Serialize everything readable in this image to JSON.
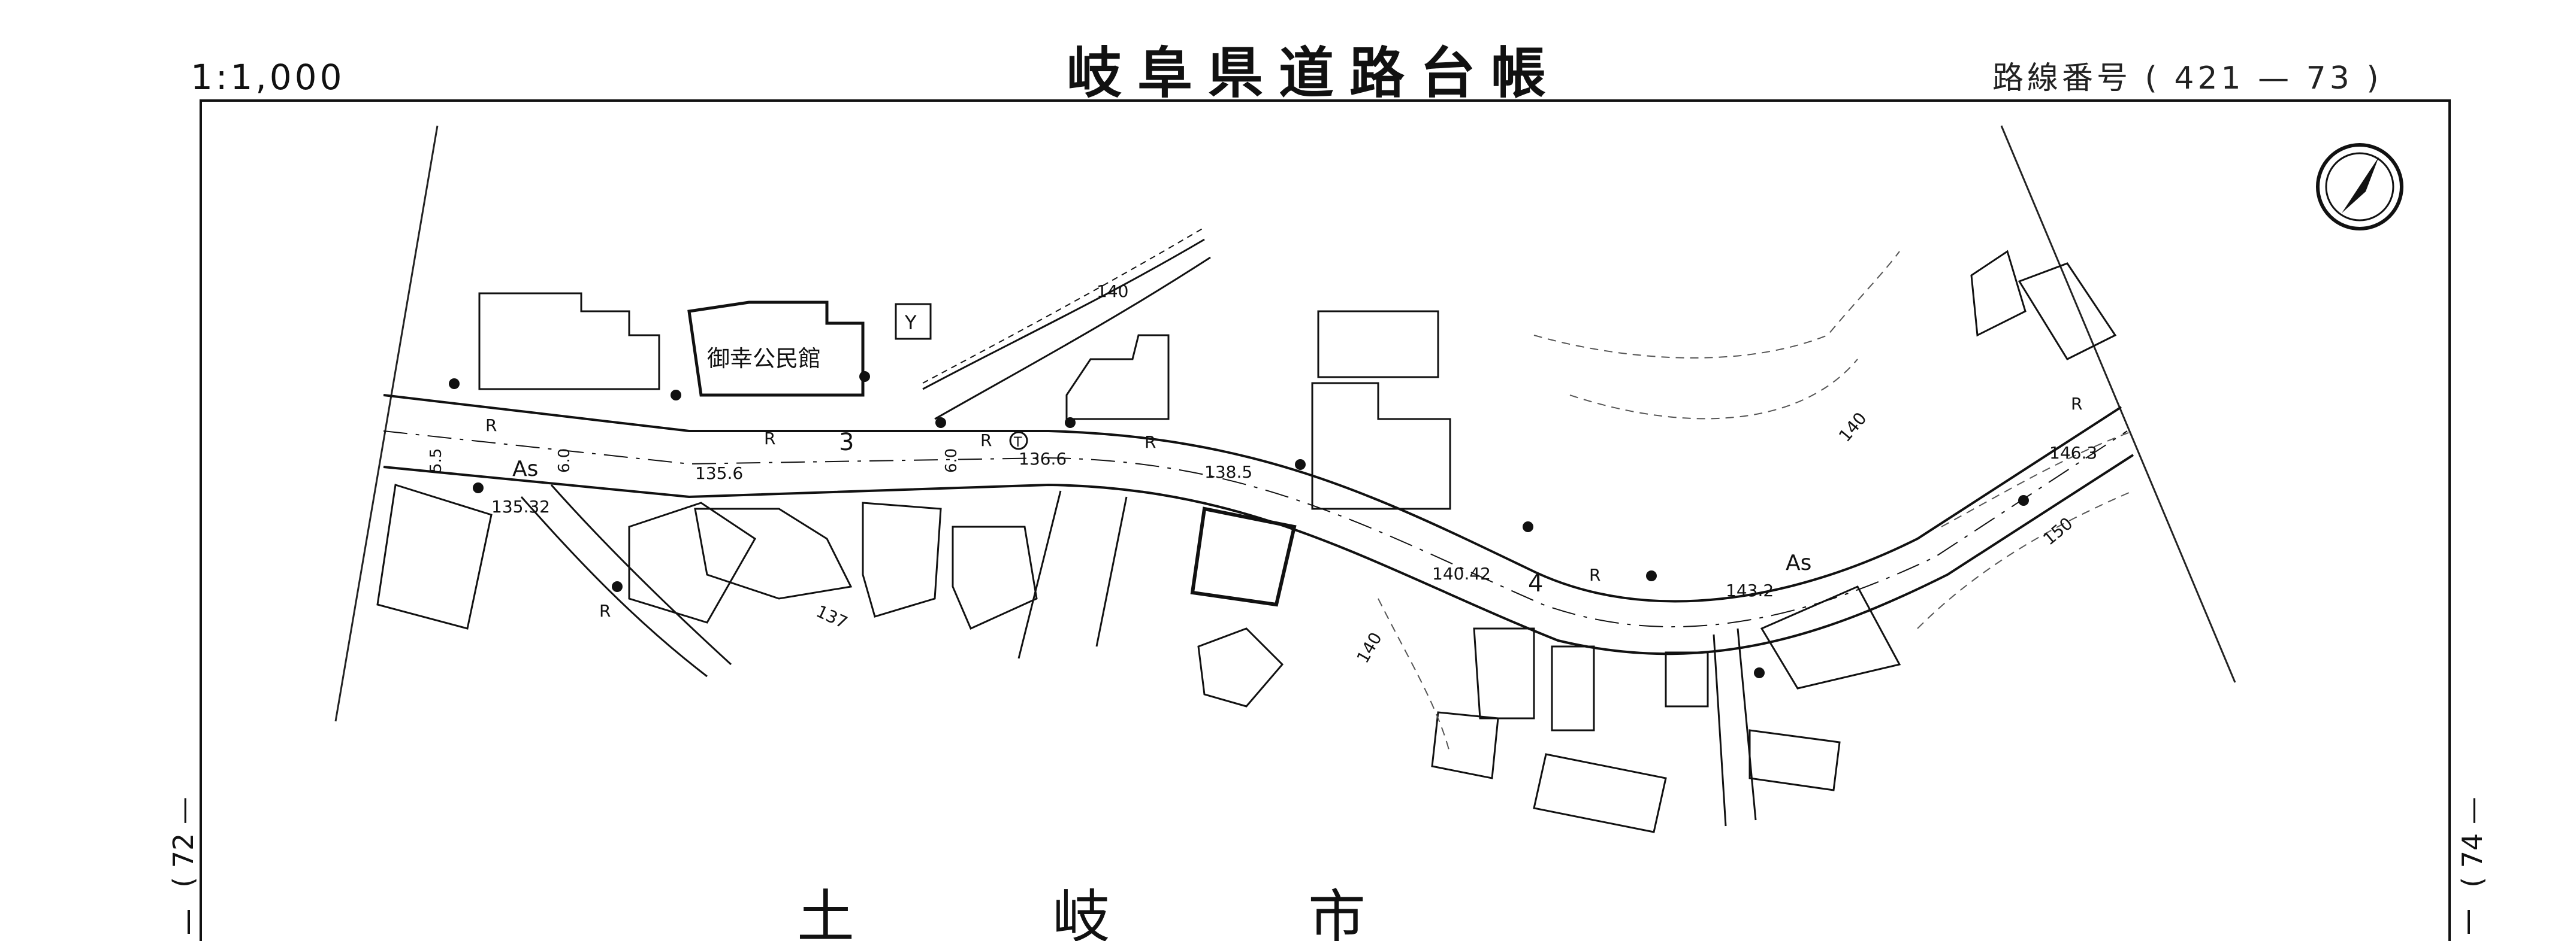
{
  "header": {
    "scale": "1:1,000",
    "title": "岐阜県道路台帳",
    "route_number": "路線番号 ( 421 — 73 )"
  },
  "adjacent_sheets": {
    "left": "( 72 —",
    "right": "( 74 —"
  },
  "map": {
    "city_name": "土 岐 市",
    "building_label": "御幸公民館",
    "section_numbers": [
      "3",
      "4"
    ],
    "surface_labels": [
      "As",
      "As"
    ],
    "road_marks": [
      "R",
      "R",
      "R",
      "R",
      "R",
      "R",
      "R"
    ],
    "elevations": [
      "135.32",
      "135.6",
      "136.6",
      "138.5",
      "140.42",
      "143.2",
      "146.3"
    ],
    "widths": [
      "5.5",
      "6.0",
      "6.0"
    ],
    "contours": [
      "140",
      "140",
      "140",
      "137",
      "150"
    ],
    "symbols": [
      "Y",
      "T"
    ],
    "north_arrow": "north-arrow"
  }
}
